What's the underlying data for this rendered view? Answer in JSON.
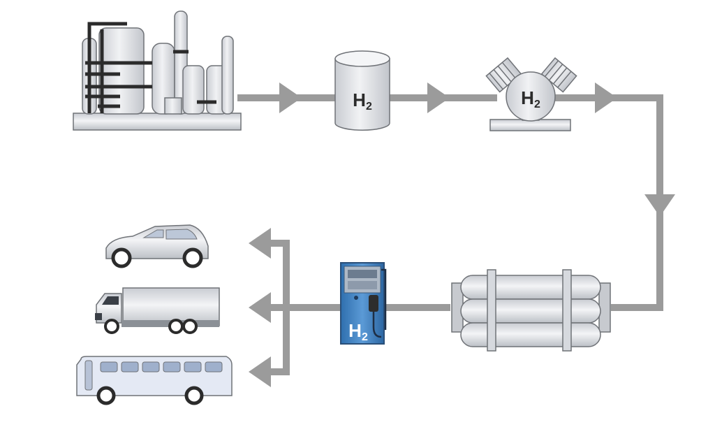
{
  "labels": {
    "storage_tank": "H2",
    "compressor": "H2",
    "dispenser": "H2"
  },
  "colors": {
    "pipe": "#9b9b9b",
    "equipment_fill": "#dcdee3",
    "equipment_stroke": "#6f7277",
    "dark": "#2b2b2b",
    "dispenser_blue": "#3a7fc2",
    "vehicle_fill": "#e4e9f4"
  },
  "icons": {
    "plant": "hydrogen-production-plant-icon",
    "tank": "storage-tank-icon",
    "compressor": "compressor-icon",
    "cylinders": "cylinder-bank-icon",
    "dispenser": "fuel-dispenser-icon",
    "car": "car-icon",
    "truck": "truck-icon",
    "bus": "bus-icon"
  }
}
